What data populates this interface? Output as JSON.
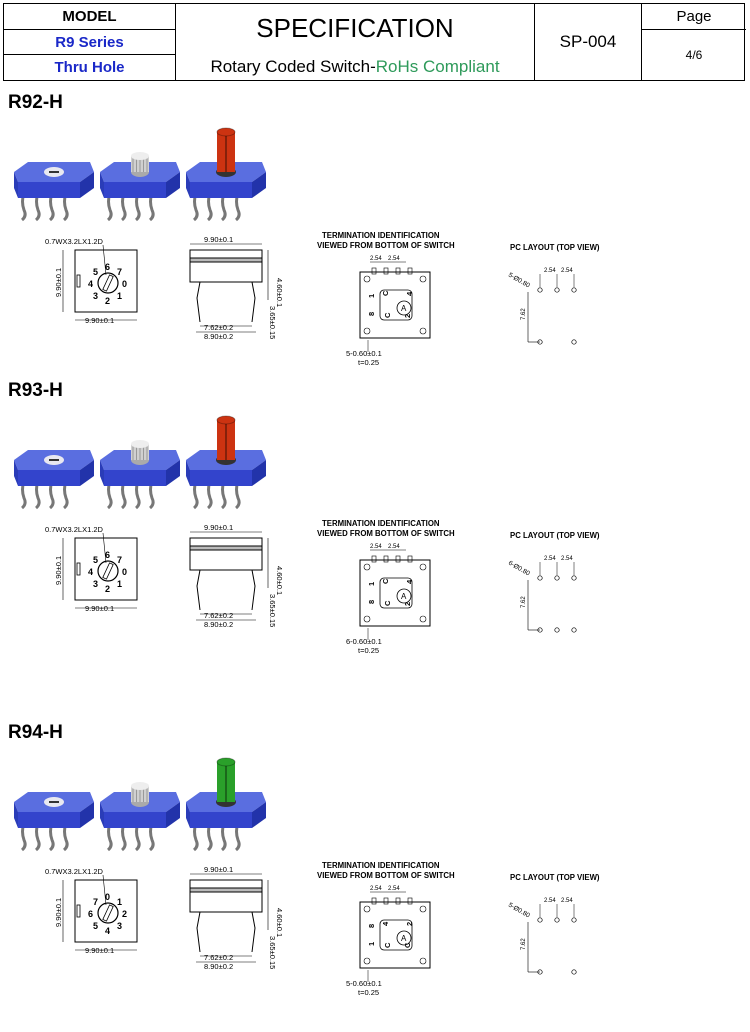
{
  "header": {
    "model_label": "MODEL",
    "series": "R9 Series",
    "mount": "Thru Hole",
    "title": "SPECIFICATION",
    "subtitle_prefix": "Rotary Coded Switch-",
    "subtitle_highlight": "RoHs Compliant",
    "doc_no": "SP-004",
    "page_label": "Page",
    "page_no": "4/6"
  },
  "colors": {
    "blue_text": "#1a28c8",
    "green_text": "#2e9a5a",
    "switch_blue": "#3344cc",
    "knob_red": "#cc3311",
    "knob_green": "#2aa02a",
    "knob_grey": "#d0d0d0"
  },
  "labels": {
    "termination": "TERMINATION IDENTIFICATION",
    "viewed": "VIEWED FROM BOTTOM OF SWITCH",
    "pc_layout": "PC LAYOUT (TOP VIEW)",
    "slot": "0.7WX3.2LX1.2D",
    "d990": "9.90±0.1",
    "h460": "4.60±0.1",
    "d762": "7.62±0.2",
    "d890": "8.90±0.2",
    "h365": "3.65±0.15",
    "t025": "t=0.25",
    "pitch": "2.54",
    "row": "7.62"
  },
  "sections": [
    {
      "name": "R92-H",
      "pins": "5-0.60±0.1",
      "holes": "5-Ø0.80",
      "dial": [
        "6",
        "7",
        "0",
        "1",
        "2",
        "3",
        "4",
        "5"
      ],
      "term": [
        "1",
        "C",
        "4",
        "8",
        "C",
        "2"
      ]
    },
    {
      "name": "R93-H",
      "pins": "6-0.60±0.1",
      "holes": "6-Ø0.80",
      "dial": [
        "6",
        "7",
        "0",
        "1",
        "2",
        "3",
        "4",
        "5"
      ],
      "term": [
        "1",
        "C",
        "4",
        "8",
        "C",
        "2"
      ]
    },
    {
      "name": "R94-H",
      "pins": "5-0.60±0.1",
      "holes": "5-Ø0.80",
      "dial": [
        "0",
        "1",
        "2",
        "3",
        "4",
        "5",
        "6",
        "7"
      ],
      "term": [
        "8",
        "4",
        "2",
        "1",
        "C",
        "C"
      ]
    }
  ]
}
